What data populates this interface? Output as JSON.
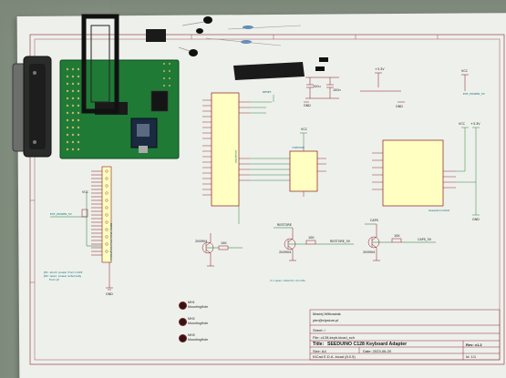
{
  "title_block": {
    "author": "Maciej Witkowiak",
    "email": "ytm@elysium.pl",
    "sheet": "Sheet: /",
    "file": "File: c128-keyb.kicad_sch",
    "title_label": "Title:",
    "title": "SEEDUINO C128 Keyboard Adapter",
    "size": "Size: A4",
    "date": "Date: 2023-06-20",
    "rev": "Rev: v1.2",
    "kicad": "KiCad E.D.A.  kicad (8.0.5)",
    "id": "Id: 1/1"
  },
  "mounting_holes": [
    {
      "ref": "MH1",
      "value": "MountingHole"
    },
    {
      "ref": "MH2",
      "value": "MountingHole"
    },
    {
      "ref": "MH3",
      "value": "MountingHole"
    }
  ],
  "schematic_notes": {
    "jp_note_1": "JP1: short: power from C128",
    "jp_note_2": "JP2: open: power externally",
    "jp_note_3": "from J2",
    "open_collector": "3 x open collector circuits",
    "ext_power": "EXT_POWER_5V",
    "restore": "RESTORE",
    "restore_5v": "RESTORE_5V",
    "capslock": "CAPS",
    "capslock_5v": "CAPS_5V",
    "j1_label": "DB25_Male_MountingHoles",
    "u3_label": "SeeeduinoXIAO",
    "u2_label": "74HC595",
    "u1_label": "expander",
    "q1": "2N3904",
    "q2": "2N3904",
    "q3": "2N3904",
    "r1": "10K",
    "r2": "10K",
    "r3": "10K",
    "vcc": "VCC",
    "gnd": "GND",
    "plus33": "+3.3V",
    "plus5": "+5V",
    "c1": "100u",
    "c2": "100n",
    "c3": "100n",
    "reset": "RESET"
  },
  "colors": {
    "background": "#8f9a8a",
    "paper": "#eef0ec",
    "pcb": "#1f7a36",
    "wire": "#1a7a2a",
    "component": "#8a1a1a",
    "frame": "#7a2020",
    "ic_fill": "#ffffc2",
    "text": "#0a6e6e"
  }
}
